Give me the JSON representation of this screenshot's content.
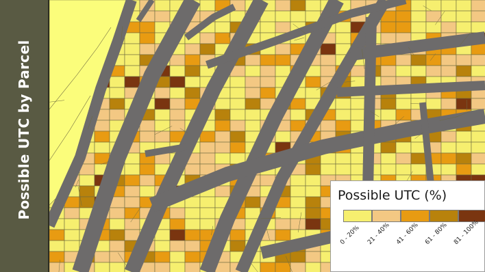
{
  "side_title": "Possible UTC by Parcel",
  "legend": {
    "title": "Possible UTC (%)",
    "classes": [
      {
        "label": "0 - 20%",
        "color": "#f6ef6f"
      },
      {
        "label": "21 - 40%",
        "color": "#f3c883"
      },
      {
        "label": "41 - 60%",
        "color": "#e89b12"
      },
      {
        "label": "61 - 80%",
        "color": "#b8820c"
      },
      {
        "label": "81 - 100%",
        "color": "#7a3510"
      }
    ]
  },
  "colors": {
    "street": "#6d6b6b",
    "open_land": "#fbfd7b",
    "parcel_outline": "#6e6a40",
    "sidebar": "#595a43"
  }
}
